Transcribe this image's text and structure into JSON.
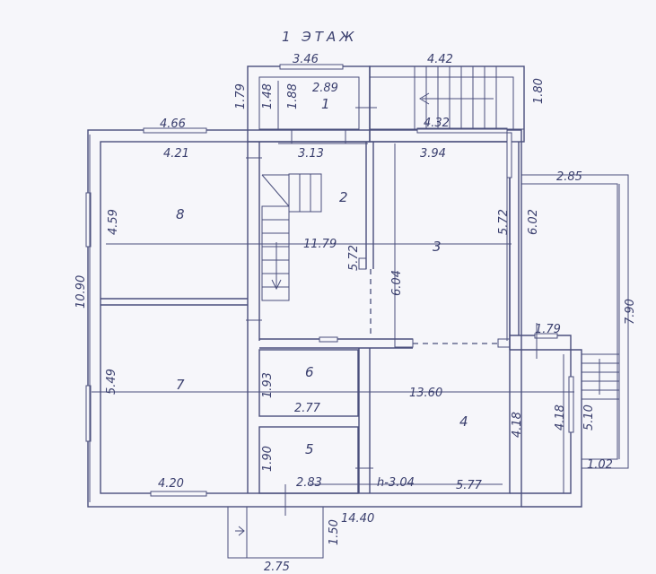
{
  "title": "1 ЭТАЖ",
  "colors": {
    "line": "#4a4f7c",
    "text": "#3a3f6e",
    "paper": "#f6f6fa"
  },
  "rooms": {
    "r1": "1",
    "r2": "2",
    "r3": "3",
    "r4": "4",
    "r5": "5",
    "r6": "6",
    "r7": "7",
    "r8": "8"
  },
  "dimensions": {
    "d346": "3.46",
    "d442": "4.42",
    "d179a": "1.79",
    "d148": "1.48",
    "d188": "1.88",
    "d289": "2.89",
    "d180": "1.80",
    "d432": "4.32",
    "d466": "4.66",
    "d421": "4.21",
    "d313": "3.13",
    "d394": "3.94",
    "d285": "2.85",
    "d602": "6.02",
    "d572a": "5.72",
    "d459": "4.59",
    "d1179": "11.79",
    "d572b": "5.72",
    "d604": "6.04",
    "d1090": "10.90",
    "d790": "7.90",
    "d179b": "1.79",
    "d549": "5.49",
    "d193": "1.93",
    "d1360": "13.60",
    "d277": "2.77",
    "d418a": "4.18",
    "d418b": "4.18",
    "d510": "5.10",
    "d190": "1.90",
    "d283": "2.83",
    "dh304": "h-3.04",
    "d577": "5.77",
    "d102": "1.02",
    "d420": "4.20",
    "d1440": "14.40",
    "d150": "1.50",
    "d275": "2.75"
  }
}
